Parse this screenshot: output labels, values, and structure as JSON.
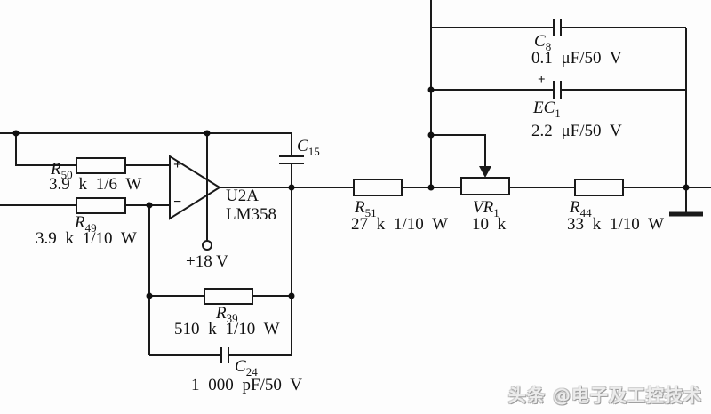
{
  "watermark": "头条 @电子及工控技术",
  "opamp": {
    "designator": "U2A",
    "part": "LM358",
    "plus_label": "+",
    "minus_label": "−",
    "supply": "+18 V"
  },
  "components": {
    "r50": {
      "ref": "R",
      "sub": "50",
      "value": "3.9 k 1/6 W"
    },
    "r49": {
      "ref": "R",
      "sub": "49",
      "value": "3.9 k 1/10 W"
    },
    "r39": {
      "ref": "R",
      "sub": "39",
      "value": "510 k 1/10 W"
    },
    "r51": {
      "ref": "R",
      "sub": "51",
      "value": "27 k 1/10 W"
    },
    "vr1": {
      "ref": "VR",
      "sub": "1",
      "value": "10 k"
    },
    "r44": {
      "ref": "R",
      "sub": "44",
      "value": "33 k 1/10 W"
    },
    "c15": {
      "ref": "C",
      "sub": "15"
    },
    "c8": {
      "ref": "C",
      "sub": "8",
      "value": "0.1 μF/50 V"
    },
    "ec1": {
      "ref": "EC",
      "sub": "1",
      "value": "2.2 μF/50 V",
      "polarity": "+"
    },
    "c24": {
      "ref": "C",
      "sub": "24",
      "value": "1 000 pF/50 V"
    }
  },
  "colors": {
    "line": "#1a1a1a",
    "background": "#fdfdfd"
  }
}
